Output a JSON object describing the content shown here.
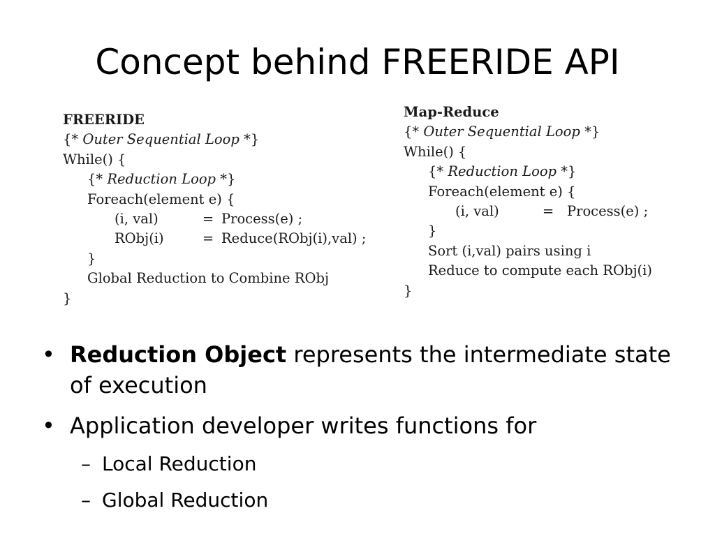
{
  "slide": {
    "title": "Concept behind FREERIDE API"
  },
  "freeride": {
    "header": "FREERIDE",
    "outer_comment": "* Outer Sequential Loop *",
    "while_line": "While() {",
    "reduction_comment": "* Reduction Loop *",
    "foreach_line": "Foreach(element e) {",
    "process_lhs": "(i, val)",
    "process_op": "=",
    "process_rhs": "Process(e) ;",
    "reduce_lhs": "RObj(i)",
    "reduce_op": "=",
    "reduce_rhs": "Reduce(RObj(i),val) ;",
    "close_inner": "}",
    "global_line": "Global Reduction to Combine RObj",
    "close_outer": "}"
  },
  "mapreduce": {
    "header": "Map-Reduce",
    "outer_comment": "* Outer Sequential Loop *",
    "while_line": "While() {",
    "reduction_comment": "* Reduction Loop *",
    "foreach_line": "Foreach(element e) {",
    "process_lhs": "(i, val)",
    "process_op": "=",
    "process_rhs": "Process(e) ;",
    "close_inner": "}",
    "sort_line": "Sort (i,val) pairs using i",
    "reduce_line": "Reduce to compute each RObj(i)",
    "close_outer": "}"
  },
  "bullets": {
    "b1_bold": "Reduction Object",
    "b1_rest": " represents the intermediate state of execution",
    "b2": "Application developer writes functions for",
    "sub1": "Local Reduction",
    "sub2": "Global Reduction"
  }
}
